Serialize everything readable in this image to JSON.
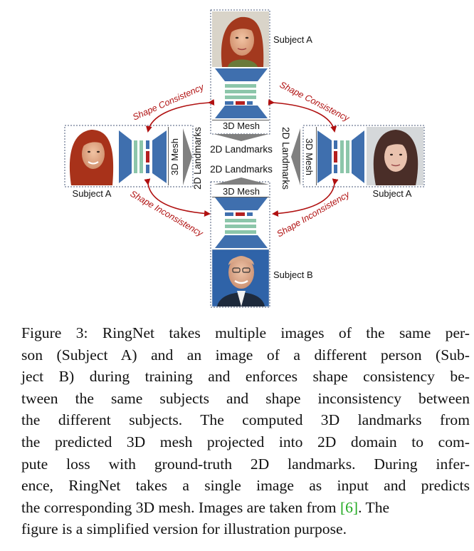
{
  "figure": {
    "subjects": {
      "top": "Subject A",
      "left": "Subject A",
      "right": "Subject A",
      "bottom": "Subject B"
    },
    "mesh_label": "3D Mesh",
    "landmarks_label": "2D Landmarks",
    "arcs": {
      "top_left": "Shape Consistency",
      "top_right": "Shape Consistency",
      "bottom_left": "Shape Inconsistency",
      "bottom_right": "Shape Inconsistency"
    },
    "colors": {
      "network_blue": "#3f6fae",
      "feature_green": "#8cc6aa",
      "latent_red": "#b42020",
      "arrow_gray": "#808080",
      "arc_red": "#b01010"
    }
  },
  "caption": {
    "lines": [
      "Figure 3: RingNet takes multiple images of the same per-",
      "son (Subject A) and an image of a different person (Sub-",
      "ject B) during training and enforces shape consistency be-",
      "tween the same subjects and shape inconsistency between",
      "the different subjects.  The computed 3D landmarks from",
      "the predicted 3D mesh projected into 2D domain to com-",
      "pute loss with ground-truth 2D landmarks.  During infer-",
      "ence, RingNet takes a single image as input and predicts",
      "the corresponding 3D mesh. Images are taken from ",
      "[6]",
      ". The",
      "figure is a simplified version for illustration purpose."
    ]
  }
}
